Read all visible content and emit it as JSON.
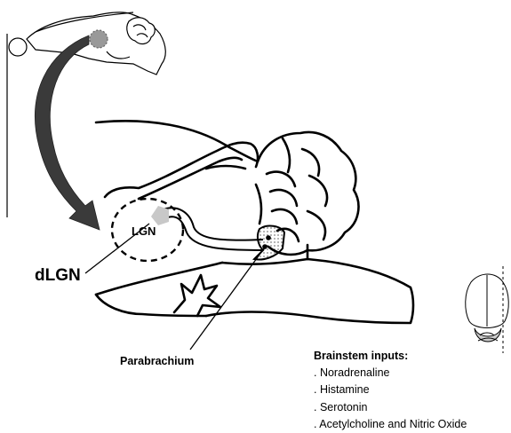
{
  "labels": {
    "dlgn": "dLGN",
    "lgn": "LGN",
    "parabrachium": "Parabrachium"
  },
  "brainstem_inputs": {
    "title": "Brainstem inputs:",
    "items": [
      ". Noradrenaline",
      ". Histamine",
      ". Serotonin",
      ". Acetylcholine and Nitric Oxide"
    ]
  },
  "colors": {
    "outline": "#000000",
    "arrow": "#3a3a3a",
    "lgn_highlight": "#c8c8c8",
    "inset_region": "#999999"
  },
  "icons": [
    "mouse-brain-sagittal-inset",
    "curved-arrow",
    "mouse-brain-dorsal-inset"
  ]
}
